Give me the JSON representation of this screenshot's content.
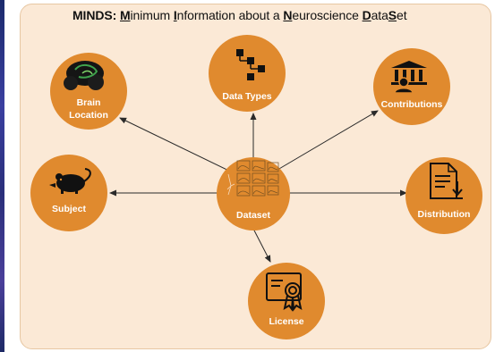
{
  "title": {
    "prefix": "MINDS:",
    "parts": [
      {
        "u": "M",
        "t": "inimum "
      },
      {
        "u": "I",
        "t": "nformation about a "
      },
      {
        "u": "N",
        "t": "euroscience "
      },
      {
        "u": "D",
        "t": "ata"
      },
      {
        "u": "S",
        "t": "et"
      }
    ]
  },
  "nodes": {
    "center": {
      "label": "Dataset",
      "icon": "dataset-plots-icon"
    },
    "brain_location": {
      "lines": [
        "Brain",
        "Location"
      ],
      "icon": "brain-icon"
    },
    "data_types": {
      "label": "Data Types",
      "icon": "hierarchy-icon"
    },
    "contributions": {
      "label": "Contributions",
      "icon": "institution-person-icon"
    },
    "subject": {
      "label": "Subject",
      "icon": "mouse-icon"
    },
    "distribution": {
      "label": "Distribution",
      "icon": "document-download-icon"
    },
    "license": {
      "label": "License",
      "icon": "certificate-icon"
    }
  },
  "colors": {
    "node_fill": "#e08a2e",
    "panel_bg": "#fbe9d6",
    "panel_border": "#e7c7a3",
    "arrow": "#2a2a2a"
  }
}
